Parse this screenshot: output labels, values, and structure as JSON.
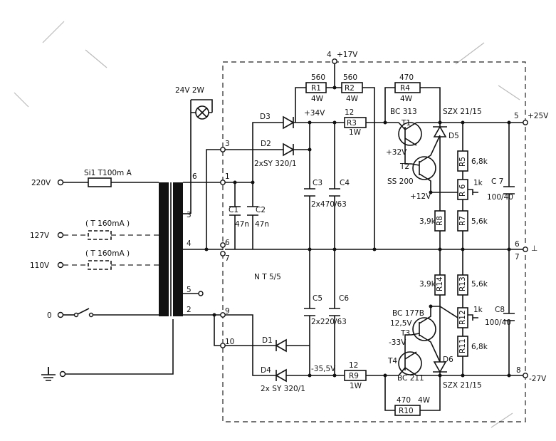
{
  "lamp": {
    "label": "24V 2W"
  },
  "mains": {
    "in220": "220V",
    "in127": "127V",
    "in110": "110V",
    "in0": "0",
    "fuse_main": "Si1  T100m A",
    "fuse_127": "( T 160mA )",
    "fuse_110": "( T 160mA )"
  },
  "transformer": {
    "pins": [
      "6",
      "3",
      "4",
      "5",
      "2"
    ]
  },
  "terminals": [
    "3",
    "1",
    "6",
    "7",
    "9",
    "10"
  ],
  "nodes": {
    "n4": "4",
    "v17": "+17V",
    "v34": "+34V",
    "v32": "+32V",
    "v12": "+12V",
    "v12_5": "12,5V",
    "vm33": "-33V",
    "vm35": "-35,5V",
    "n5": "5",
    "v25": "+25V",
    "n6": "6",
    "n7": "7",
    "gnd": "⊥",
    "n8": "8",
    "vm27": "-27V"
  },
  "components": {
    "d3": "D3",
    "d2": "D2",
    "d2_type": "2xSY 320/1",
    "c1": "C1",
    "c1_val": "47n",
    "c2": "C2",
    "c2_val": "47n",
    "c3": "C3",
    "c4": "C4",
    "c34_val": "2x470/63",
    "r1": "R1",
    "r1_val": "560",
    "r1_pw": "4W",
    "r2": "R2",
    "r2_val": "560",
    "r2_pw": "4W",
    "r3": "R3",
    "r3_val": "12",
    "r3_pw": "1W",
    "r4": "R4",
    "r4_val": "470",
    "r4_pw": "4W",
    "t1_type": "BC 313",
    "t1": "T1",
    "t2": "T2",
    "t2_type": "SS 200",
    "zener_top": "SZX 21/15",
    "d5": "D5",
    "r5": "R5",
    "r5_val": "6,8k",
    "r6": "R 6",
    "r6_val": "1k",
    "c7": "C 7",
    "c7_val": "100/40",
    "r8": "R8",
    "r8_val": "3,9k",
    "r7": "R7",
    "r7_val": "5,6k",
    "module": "N T 5/5",
    "c5": "C5",
    "c6": "C6",
    "c56_val": "2x220/63",
    "r14": "R14",
    "r14_val": "3,9k",
    "r13": "R13",
    "r13_val": "5,6k",
    "t3_type": "BC 177B",
    "t3": "T3",
    "r12": "R12",
    "r12_val": "1k",
    "c8": "C8",
    "c8_val": "100/40",
    "r11": "R11",
    "r11_val": "6,8k",
    "d1": "D1",
    "d4": "D4",
    "d14_type": "2x SY 320/1",
    "r9": "R9",
    "r9_val": "12",
    "r9_pw": "1W",
    "t4": "T4",
    "t4_type": "BC 211",
    "d6": "D6",
    "zener_bot": "SZX 21/15",
    "r10": "R10",
    "r10_val": "470",
    "r10_pw": "4W"
  }
}
